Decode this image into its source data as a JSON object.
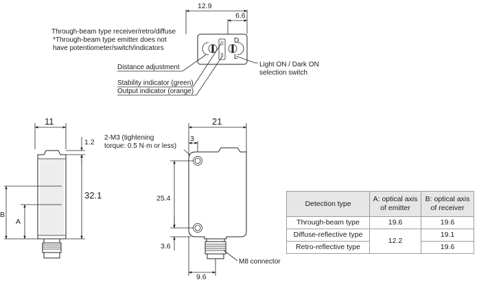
{
  "top_view": {
    "dim_width": "12.9",
    "dim_right": "6.6",
    "note_line1": "Through-beam type receiver/retro/diffuse",
    "note_line2": "*Through-beam type emitter does not",
    "note_line3": "have potentiometer/switch/indicators",
    "label_distance": "Distance adjustment",
    "label_switch_line1": "Light ON / Dark ON",
    "label_switch_line2": "selection switch",
    "label_stability": "Stability indicator (green)",
    "label_output": "Output indicator (orange)",
    "switch_mark_top": "D",
    "switch_mark_bottom": "L"
  },
  "side_view": {
    "dim_width": "11",
    "dim_top": "1.2",
    "dim_height": "32.1",
    "label_b": "B",
    "label_a": "A"
  },
  "front_view": {
    "dim_width": "21",
    "dim_hole_offset": "3",
    "note_line1": "2-M3 (tightening",
    "note_line2": "torque: 0.5 N·m or less)",
    "dim_hole_pitch": "25.4",
    "dim_bottom": "3.6",
    "dim_connector_offset": "9.6",
    "label_connector": "M8 connector"
  },
  "table": {
    "headers": {
      "detection_type": "Detection type",
      "a_line1": "A: optical axis",
      "a_line2": "of emitter",
      "b_line1": "B: optical axis",
      "b_line2": "of receiver"
    },
    "rows": [
      {
        "type": "Through-beam type",
        "a": "19.6",
        "b": "19.6"
      },
      {
        "type": "Diffuse-reflective type",
        "a": "12.2",
        "b": "19.1"
      },
      {
        "type": "Retro-reflective type",
        "a": "",
        "b": "19.6"
      }
    ]
  }
}
